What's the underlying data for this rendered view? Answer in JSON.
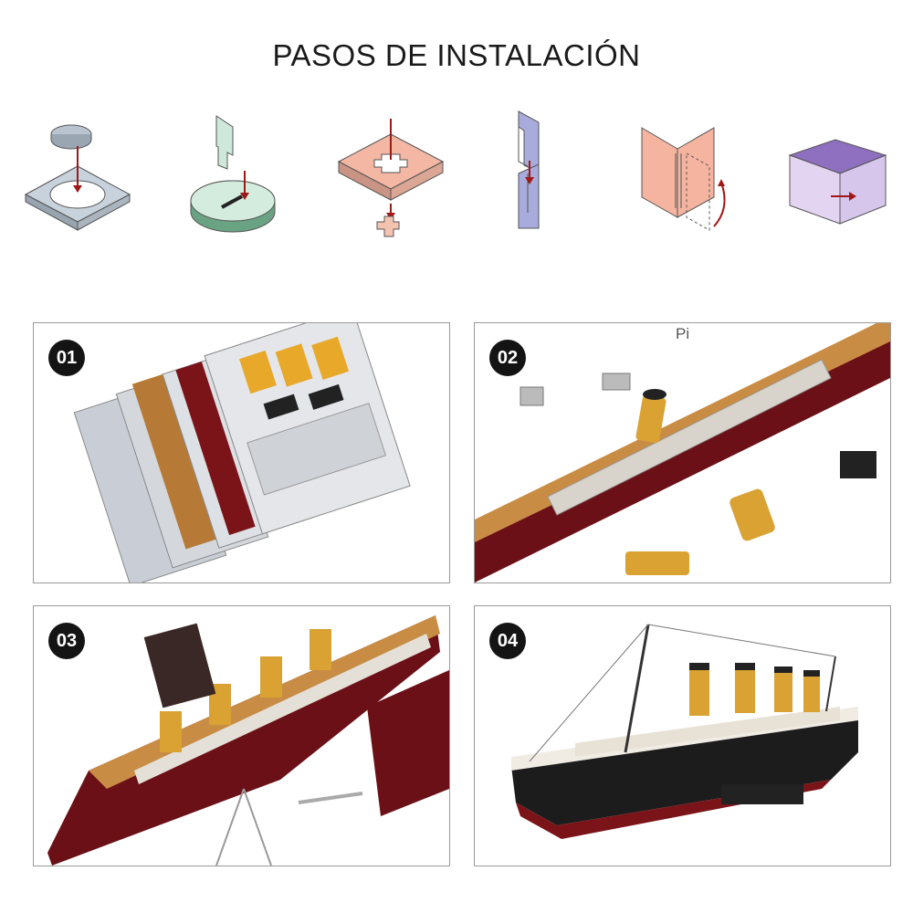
{
  "title": "PASOS DE INSTALACIÓN",
  "steps_icons": [
    "disc-into-square-hole-icon",
    "tab-into-slot-icon",
    "cross-into-cross-hole-icon",
    "interlock-slots-icon",
    "fold-tab-icon",
    "box-assembly-icon"
  ],
  "panels": [
    {
      "number": "01"
    },
    {
      "number": "02",
      "stray_text": "Pi"
    },
    {
      "number": "03"
    },
    {
      "number": "04"
    }
  ],
  "colors": {
    "badge": "#141414",
    "hull_red": "#6b1016",
    "deck_wood": "#c98c45",
    "funnel": "#d9a233"
  }
}
